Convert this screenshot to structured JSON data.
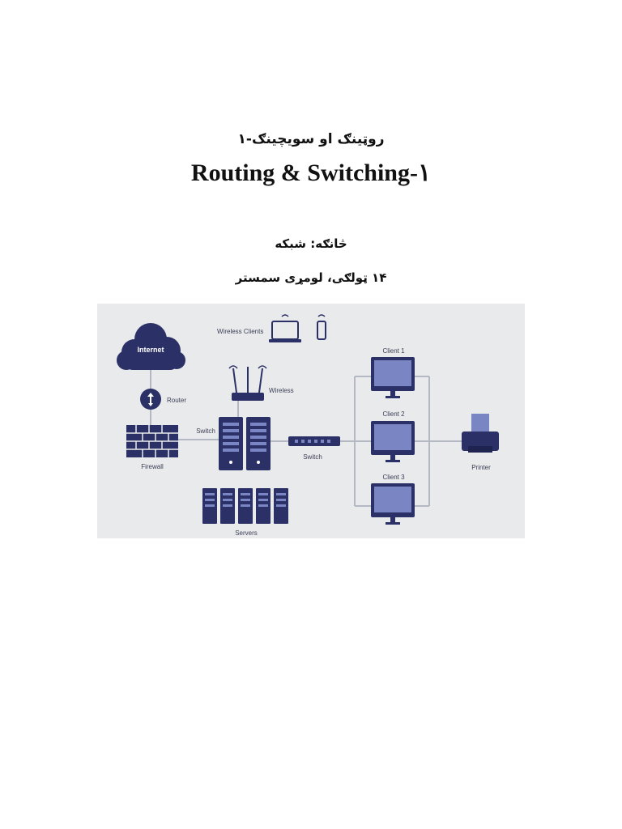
{
  "header": {
    "pashto_title": "روټینګ او سویچینګ-۱",
    "english_title": "Routing & Switching-۱",
    "department": "څانګه: شبکه",
    "class_semester": "۱۴ ټولګی، لومړی سمستر"
  },
  "diagram": {
    "colors": {
      "background": "#e9eaec",
      "navy": "#2b3166",
      "screen": "#7a86c4",
      "line": "#b4b8c2"
    },
    "labels": {
      "internet": "Internet",
      "router": "Router",
      "firewall": "Firewall",
      "switch_left": "Switch",
      "wireless": "Wireless",
      "wireless_clients": "Wireless Clients",
      "switch_center": "Switch",
      "servers": "Servers",
      "client1": "Client 1",
      "client2": "Client 2",
      "client3": "Client 3",
      "printer": "Printer"
    }
  }
}
